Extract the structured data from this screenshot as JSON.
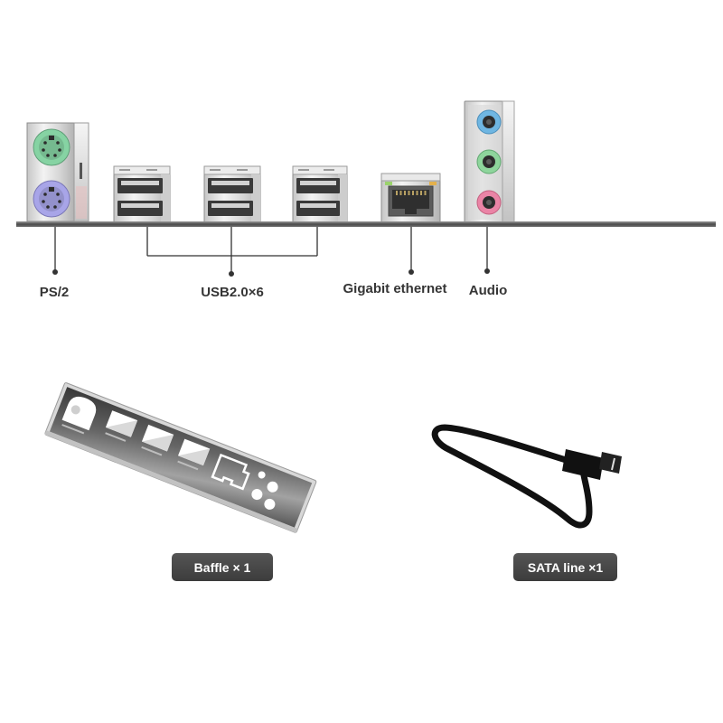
{
  "callouts": {
    "ps2": "PS/2",
    "usb": "USB2.0×6",
    "ethernet": "Gigabit ethernet",
    "audio": "Audio"
  },
  "accessories": {
    "baffle": "Baffle × 1",
    "sata": "SATA line ×1"
  },
  "colors": {
    "ps2_upper_port": "#86d3a3",
    "ps2_lower_port": "#a8a5e8",
    "audio_blue_jack": "#6fb6e2",
    "audio_green_jack": "#8ed59c",
    "audio_pink_jack": "#ea84a6",
    "ethernet_led_left": "#9bd36c",
    "ethernet_led_right": "#e3b04c"
  }
}
